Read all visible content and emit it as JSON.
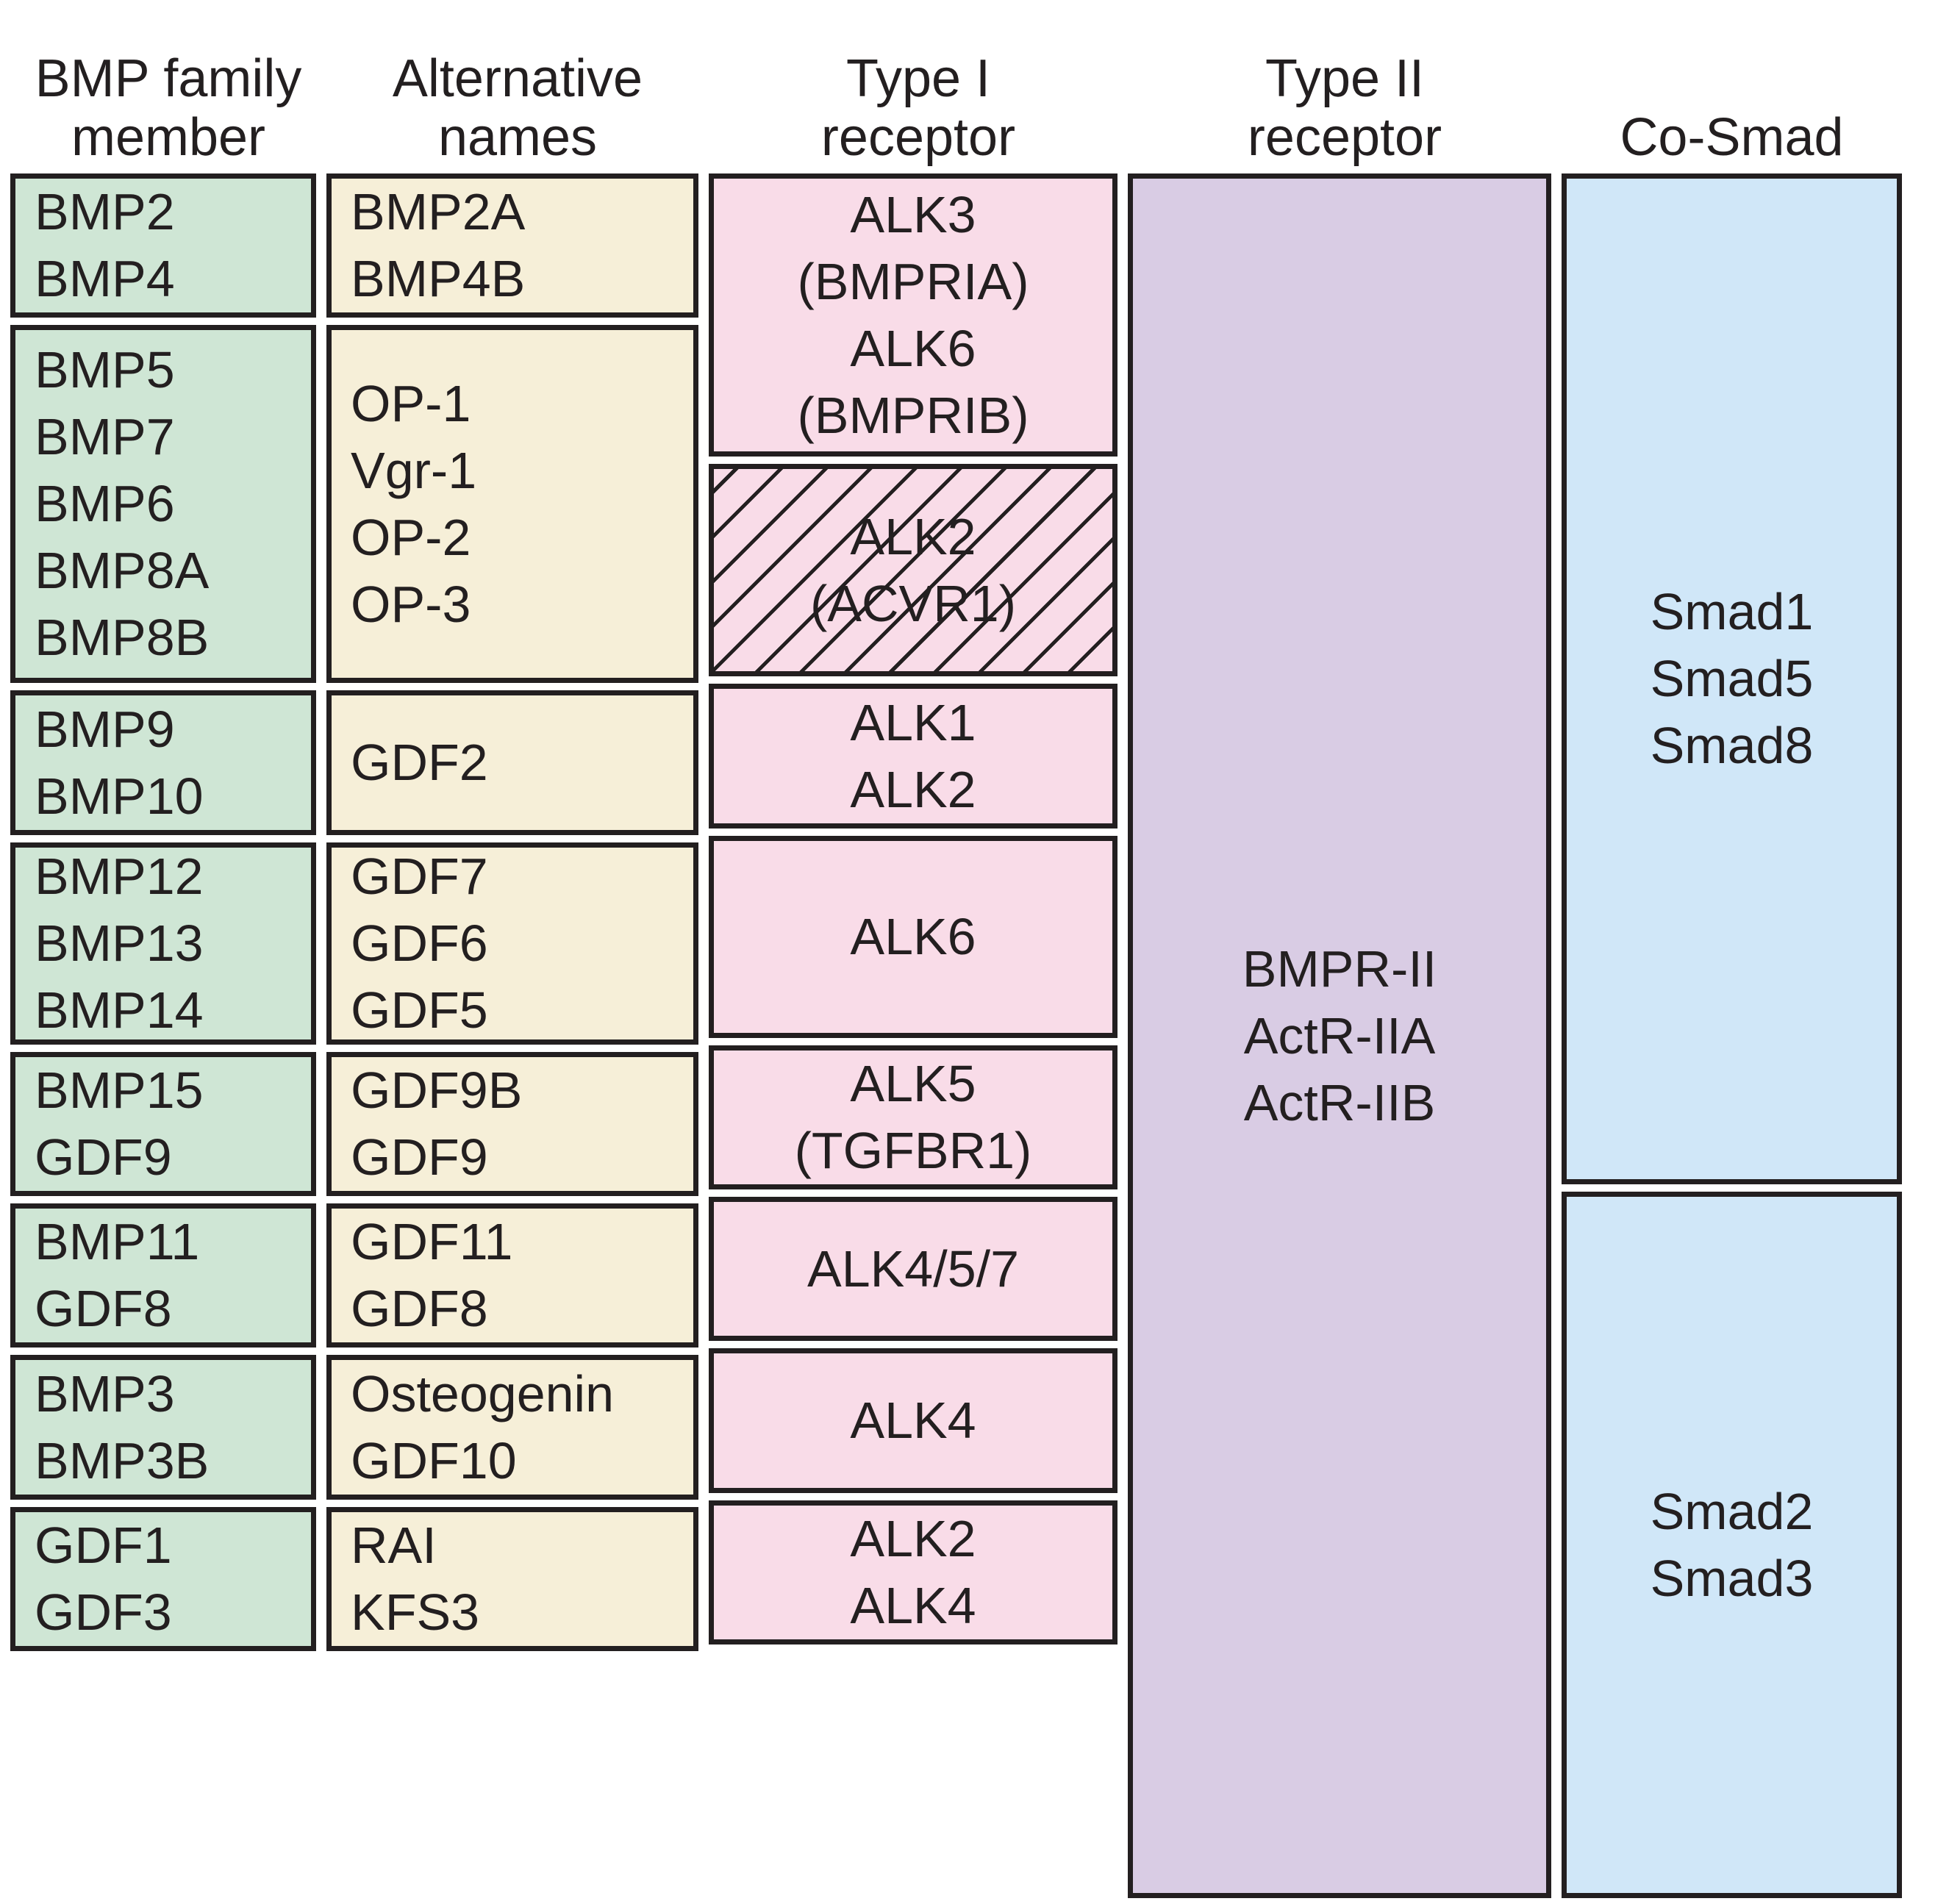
{
  "figure": {
    "title": "BMP family members, receptors and Smads",
    "colors": {
      "bmp_family": "#cfe6d5",
      "alternative_names": "#f6efd8",
      "type_i_receptor": "#f9dce8",
      "type_ii_receptor": "#d9cce4",
      "co_smad": "#d0e7f8",
      "border": "#231f20",
      "text": "#231f20"
    }
  },
  "headers": {
    "col1": "BMP family\nmember",
    "col2": "Alternative\nnames",
    "col3": "Type I\nreceptor",
    "col4": "Type II\nreceptor",
    "col5": "Co-Smad"
  },
  "chart_data": {
    "type": "table",
    "title": "BMP family members, receptors and Smads",
    "columns": [
      "BMP family member",
      "Alternative names",
      "Type I receptor",
      "Type II receptor",
      "Co-Smad"
    ],
    "rows": [
      {
        "bmp_family": [
          "BMP2",
          "BMP4"
        ],
        "alternative_names": [
          "BMP2A",
          "BMP4B"
        ],
        "type_i_receptor": [
          "ALK3",
          "(BMPRIA)",
          "ALK6",
          "(BMPRIB)",
          "ALK2",
          "(ACVR1)"
        ],
        "type_ii_receptor": [
          "BMPR-II",
          "ActR-IIA",
          "ActR-IIB"
        ],
        "co_smad": [
          "Smad1",
          "Smad5",
          "Smad8"
        ]
      },
      {
        "bmp_family": [
          "BMP5",
          "BMP7",
          "BMP6",
          "BMP8A",
          "BMP8B"
        ],
        "alternative_names": [
          "OP-1",
          "Vgr-1",
          "OP-2",
          "OP-3"
        ],
        "type_i_receptor": [
          "ALK3",
          "(BMPRIA)",
          "ALK6",
          "(BMPRIB)",
          "ALK2",
          "(ACVR1)"
        ],
        "type_ii_receptor": [
          "BMPR-II",
          "ActR-IIA",
          "ActR-IIB"
        ],
        "co_smad": [
          "Smad1",
          "Smad5",
          "Smad8"
        ]
      },
      {
        "bmp_family": [
          "BMP9",
          "BMP10"
        ],
        "alternative_names": [
          "GDF2"
        ],
        "type_i_receptor": [
          "ALK1",
          "ALK2"
        ],
        "type_ii_receptor": [
          "BMPR-II",
          "ActR-IIA",
          "ActR-IIB"
        ],
        "co_smad": [
          "Smad1",
          "Smad5",
          "Smad8"
        ]
      },
      {
        "bmp_family": [
          "BMP12",
          "BMP13",
          "BMP14"
        ],
        "alternative_names": [
          "GDF7",
          "GDF6",
          "GDF5"
        ],
        "type_i_receptor": [
          "ALK6"
        ],
        "type_ii_receptor": [
          "BMPR-II",
          "ActR-IIA",
          "ActR-IIB"
        ],
        "co_smad": [
          "Smad1",
          "Smad5",
          "Smad8"
        ]
      },
      {
        "bmp_family": [
          "BMP15",
          "GDF9"
        ],
        "alternative_names": [
          "GDF9B",
          "GDF9"
        ],
        "type_i_receptor": [
          "ALK5",
          "(TGFBR1)"
        ],
        "type_ii_receptor": [
          "BMPR-II",
          "ActR-IIA",
          "ActR-IIB"
        ],
        "co_smad": [
          "Smad2",
          "Smad3"
        ]
      },
      {
        "bmp_family": [
          "BMP11",
          "GDF8"
        ],
        "alternative_names": [
          "GDF11",
          "GDF8"
        ],
        "type_i_receptor": [
          "ALK4/5/7"
        ],
        "type_ii_receptor": [
          "BMPR-II",
          "ActR-IIA",
          "ActR-IIB"
        ],
        "co_smad": [
          "Smad2",
          "Smad3"
        ]
      },
      {
        "bmp_family": [
          "BMP3",
          "BMP3B"
        ],
        "alternative_names": [
          "Osteogenin",
          "GDF10"
        ],
        "type_i_receptor": [
          "ALK4"
        ],
        "type_ii_receptor": [
          "BMPR-II",
          "ActR-IIA",
          "ActR-IIB"
        ],
        "co_smad": [
          "Smad2",
          "Smad3"
        ]
      },
      {
        "bmp_family": [
          "GDF1",
          "GDF3"
        ],
        "alternative_names": [
          "RAI",
          "KFS3"
        ],
        "type_i_receptor": [
          "ALK2",
          "ALK4"
        ],
        "type_ii_receptor": [
          "BMPR-II",
          "ActR-IIA",
          "ActR-IIB"
        ],
        "co_smad": [
          "Smad2",
          "Smad3"
        ]
      }
    ],
    "annotations": [
      {
        "cell": "type_i_receptor.ALK2_ACVR1",
        "style": "diagonal-hatched",
        "note": "ALK2 (ACVR1) box is drawn with diagonal hatching"
      }
    ]
  },
  "cells": {
    "bmp": [
      {
        "lines": [
          "BMP2",
          "BMP4"
        ]
      },
      {
        "lines": [
          "BMP5",
          "BMP7",
          "BMP6",
          "BMP8A",
          "BMP8B"
        ]
      },
      {
        "lines": [
          "BMP9",
          "BMP10"
        ]
      },
      {
        "lines": [
          "BMP12",
          "BMP13",
          "BMP14"
        ]
      },
      {
        "lines": [
          "BMP15",
          "GDF9"
        ]
      },
      {
        "lines": [
          "BMP11",
          "GDF8"
        ]
      },
      {
        "lines": [
          "BMP3",
          "BMP3B"
        ]
      },
      {
        "lines": [
          "GDF1",
          "GDF3"
        ]
      }
    ],
    "alt": [
      {
        "lines": [
          "BMP2A",
          "BMP4B"
        ]
      },
      {
        "lines": [
          "OP-1",
          "Vgr-1",
          "OP-2",
          "OP-3"
        ]
      },
      {
        "lines": [
          "GDF2"
        ]
      },
      {
        "lines": [
          "GDF7",
          "GDF6",
          "GDF5"
        ]
      },
      {
        "lines": [
          "GDF9B",
          "GDF9"
        ]
      },
      {
        "lines": [
          "GDF11",
          "GDF8"
        ]
      },
      {
        "lines": [
          "Osteogenin",
          "GDF10"
        ]
      },
      {
        "lines": [
          "RAI",
          "KFS3"
        ]
      }
    ],
    "type1": [
      {
        "lines": [
          "ALK3",
          "(BMPRIA)",
          "ALK6",
          "(BMPRIB)"
        ],
        "hatched": false
      },
      {
        "lines": [
          "ALK2",
          "(ACVR1)"
        ],
        "hatched": true
      },
      {
        "lines": [
          "ALK1",
          "ALK2"
        ],
        "hatched": false
      },
      {
        "lines": [
          "ALK6"
        ],
        "hatched": false
      },
      {
        "lines": [
          "ALK5",
          "(TGFBR1)"
        ],
        "hatched": false
      },
      {
        "lines": [
          "ALK4/5/7"
        ],
        "hatched": false
      },
      {
        "lines": [
          "ALK4"
        ],
        "hatched": false
      },
      {
        "lines": [
          "ALK2",
          "ALK4"
        ],
        "hatched": false
      }
    ],
    "type2": [
      {
        "lines": [
          "BMPR-II",
          "ActR-IIA",
          "ActR-IIB"
        ]
      }
    ],
    "smad": [
      {
        "lines": [
          "Smad1",
          "Smad5",
          "Smad8"
        ]
      },
      {
        "lines": [
          "Smad2",
          "Smad3"
        ]
      }
    ]
  }
}
